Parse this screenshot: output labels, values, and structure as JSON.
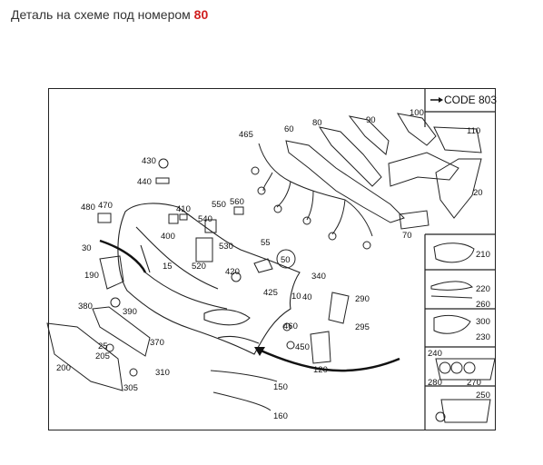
{
  "heading": {
    "prefix": "Деталь на схеме под номером",
    "number": "80"
  },
  "code_box": {
    "label": "CODE 803"
  },
  "part_numbers": [
    "10",
    "15",
    "20",
    "25",
    "30",
    "40",
    "50",
    "55",
    "60",
    "70",
    "80",
    "90",
    "100",
    "110",
    "120",
    "150",
    "160",
    "190",
    "200",
    "205",
    "210",
    "220",
    "230",
    "240",
    "250",
    "260",
    "270",
    "280",
    "290",
    "295",
    "300",
    "305",
    "310",
    "340",
    "370",
    "380",
    "390",
    "400",
    "410",
    "420",
    "425",
    "430",
    "440",
    "450",
    "460",
    "465",
    "470",
    "480",
    "520",
    "530",
    "540",
    "550",
    "560"
  ],
  "colors": {
    "highlight": "#d01f1f",
    "line": "#222222"
  }
}
